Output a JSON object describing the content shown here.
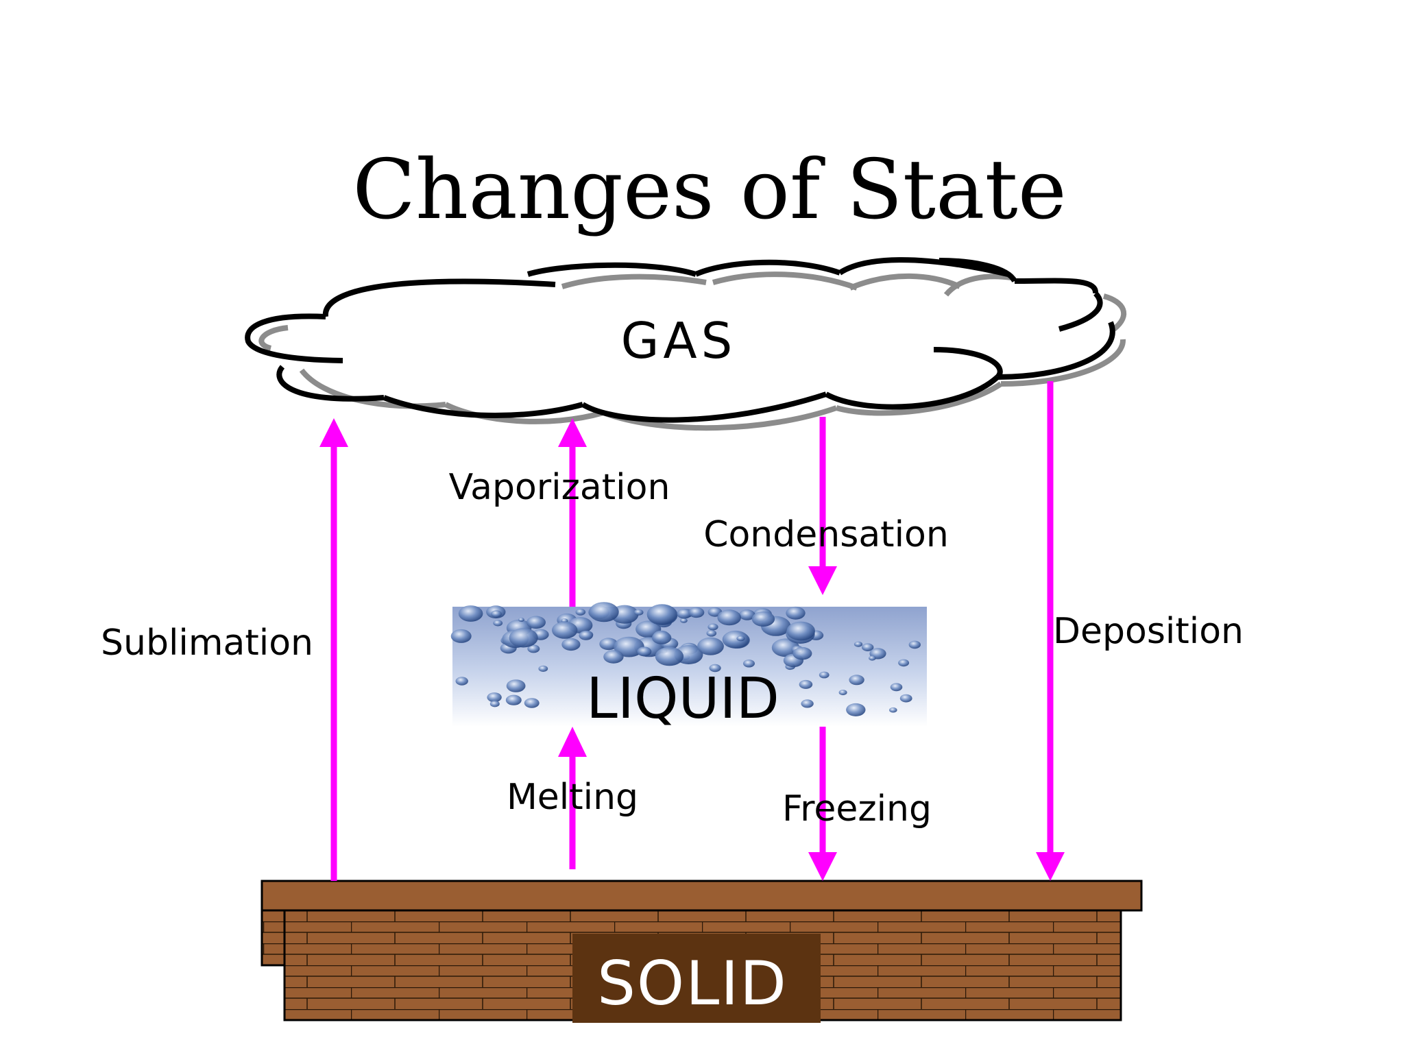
{
  "title": "Changes of State",
  "states": {
    "gas": "GAS",
    "liquid": "LIQUID",
    "solid": "SOLID"
  },
  "processes": {
    "vaporization": "Vaporization",
    "condensation": "Condensation",
    "sublimation": "Sublimation",
    "deposition": "Deposition",
    "melting": "Melting",
    "freezing": "Freezing"
  },
  "colors": {
    "arrow": "#ff00ff",
    "brick": "#9a5e32",
    "brick_label_bg": "#5c3311",
    "liquid_top": "#8fa3cf",
    "liquid_bottom": "#ffffff"
  }
}
